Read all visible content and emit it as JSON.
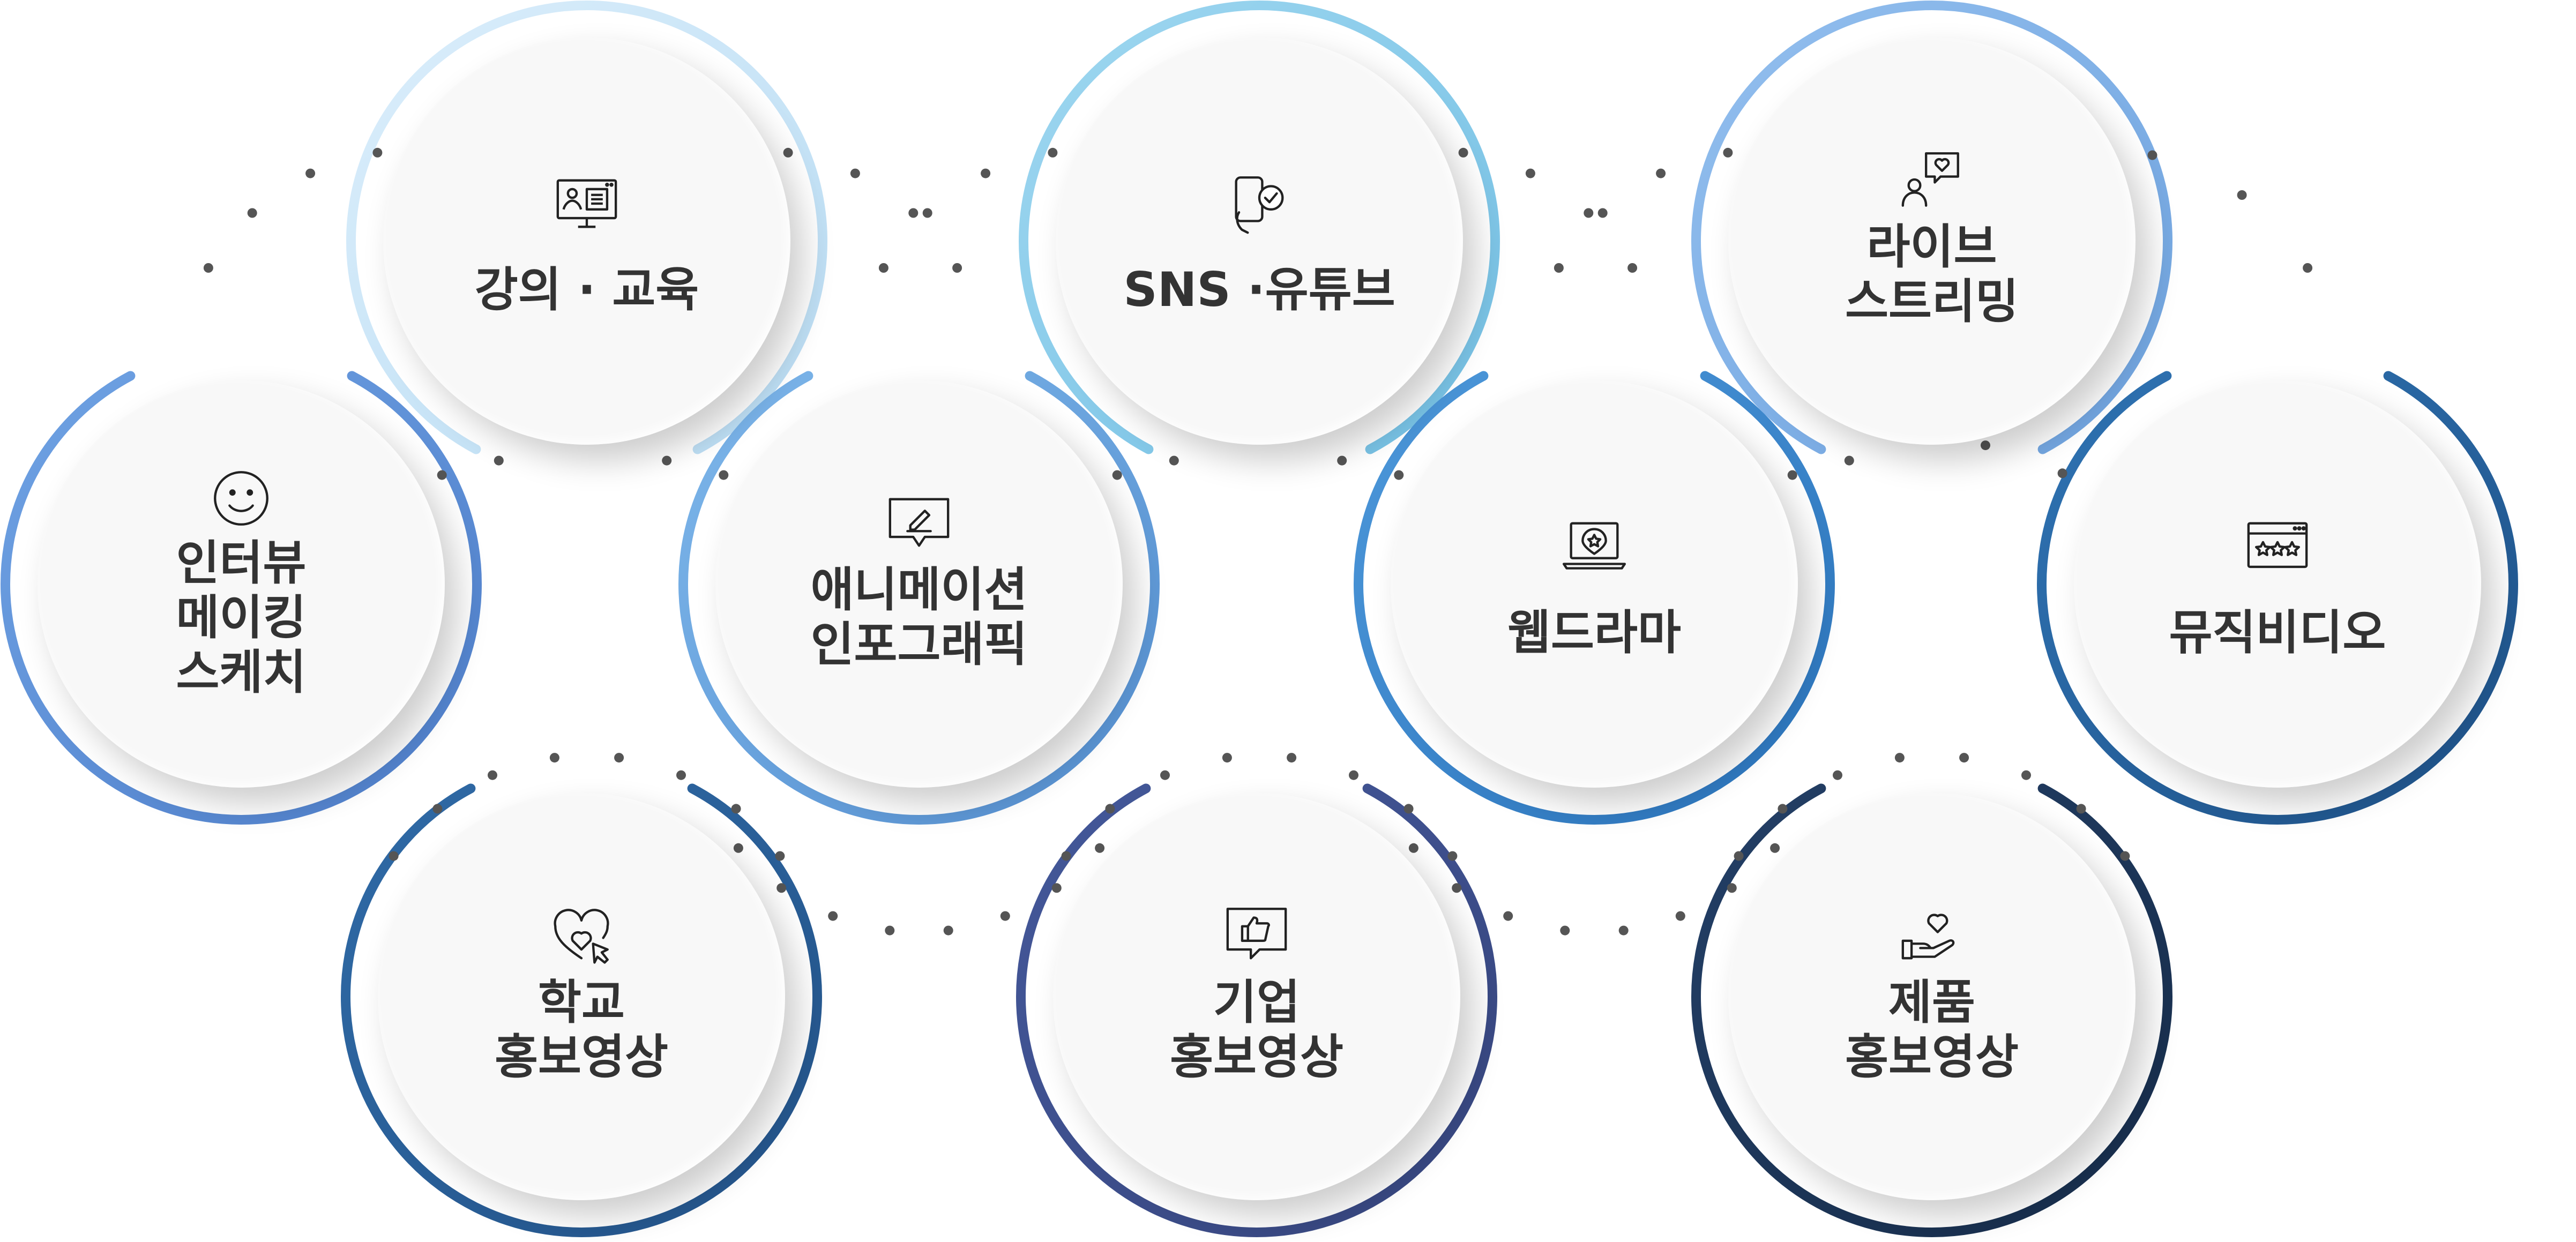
{
  "nodes": [
    {
      "id": "lecture",
      "label_lines": [
        "강의 · 교육"
      ],
      "icon": "monitor-presentation-icon",
      "ring_color": "#cde6f7"
    },
    {
      "id": "sns",
      "label_lines": [
        "SNS ·유튜브"
      ],
      "icon": "phone-check-icon",
      "ring_color": "#86cbe9"
    },
    {
      "id": "live",
      "label_lines": [
        "라이브",
        "스트리밍"
      ],
      "icon": "live-heart-chat-icon",
      "ring_color": "#7fb0e6"
    },
    {
      "id": "interview",
      "label_lines": [
        "인터뷰",
        "메이킹",
        "스케치"
      ],
      "icon": "smiley-icon",
      "ring_color": "#5f93d8"
    },
    {
      "id": "animation",
      "label_lines": [
        "애니메이션",
        "인포그래픽"
      ],
      "icon": "pen-chat-icon",
      "ring_color": "#6aa7e0"
    },
    {
      "id": "webdrama",
      "label_lines": [
        "웹드라마"
      ],
      "icon": "laptop-star-icon",
      "ring_color": "#3a86cc"
    },
    {
      "id": "musicvideo",
      "label_lines": [
        "뮤직비디오"
      ],
      "icon": "browser-stars-icon",
      "ring_color": "#2a64a0"
    },
    {
      "id": "school",
      "label_lines": [
        "학교",
        "홍보영상"
      ],
      "icon": "heart-cursor-icon",
      "ring_color": "#2c5f9b"
    },
    {
      "id": "company",
      "label_lines": [
        "기업",
        "홍보영상"
      ],
      "icon": "thumbs-up-chat-icon",
      "ring_color": "#3e4f8e"
    },
    {
      "id": "product",
      "label_lines": [
        "제품",
        "홍보영상"
      ],
      "icon": "hand-heart-icon",
      "ring_color": "#1d3658"
    }
  ]
}
